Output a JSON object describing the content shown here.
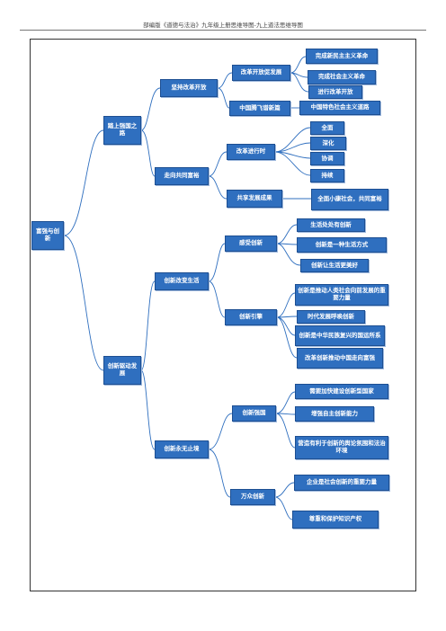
{
  "header": {
    "title": "部编版《道德与法治》九年级上册思维导图-九上道法思维导图"
  },
  "root": {
    "label": "富强与创新"
  },
  "branch1": {
    "label": "踏上强国之路",
    "sub1": {
      "label": "坚持改革开放",
      "child1": {
        "label": "改革开放促发展",
        "leaves": [
          "完成新民主主义革命",
          "完成社会主义革命",
          "进行改革开放"
        ]
      },
      "child2": {
        "label": "中国腾飞谱新篇",
        "leaves": [
          "中国特色社会主义道路"
        ]
      }
    },
    "sub2": {
      "label": "走向共同富裕",
      "child1": {
        "label": "改革进行时",
        "leaves": [
          "全面",
          "深化",
          "协调",
          "持续"
        ]
      },
      "child2": {
        "label": "共享发展成果",
        "leaves": [
          "全面小康社会，共同富裕"
        ]
      }
    }
  },
  "branch2": {
    "label": "创新驱动发展",
    "sub1": {
      "label": "创新改变生活",
      "child1": {
        "label": "感受创新",
        "leaves": [
          "生活处处有创新",
          "创新是一种生活方式",
          "创新让生活更美好"
        ]
      },
      "child2": {
        "label": "创新引擎",
        "leaves": [
          "创新是推动人类社会向前发展的重要力量",
          "时代发展呼唤创新",
          "创新是中华民族复兴的国运所系",
          "改革创新推动中国走向富强"
        ]
      }
    },
    "sub2": {
      "label": "创新永无止境",
      "child1": {
        "label": "创新强国",
        "leaves": [
          "需要加快建设创新型国家",
          "增强自主创新能力",
          "营造有利于创新的舆论氛围和法治环境"
        ]
      },
      "child2": {
        "label": "万众创新",
        "leaves": [
          "企业是社会创新的重要力量",
          "尊重和保护知识产权"
        ]
      }
    }
  }
}
